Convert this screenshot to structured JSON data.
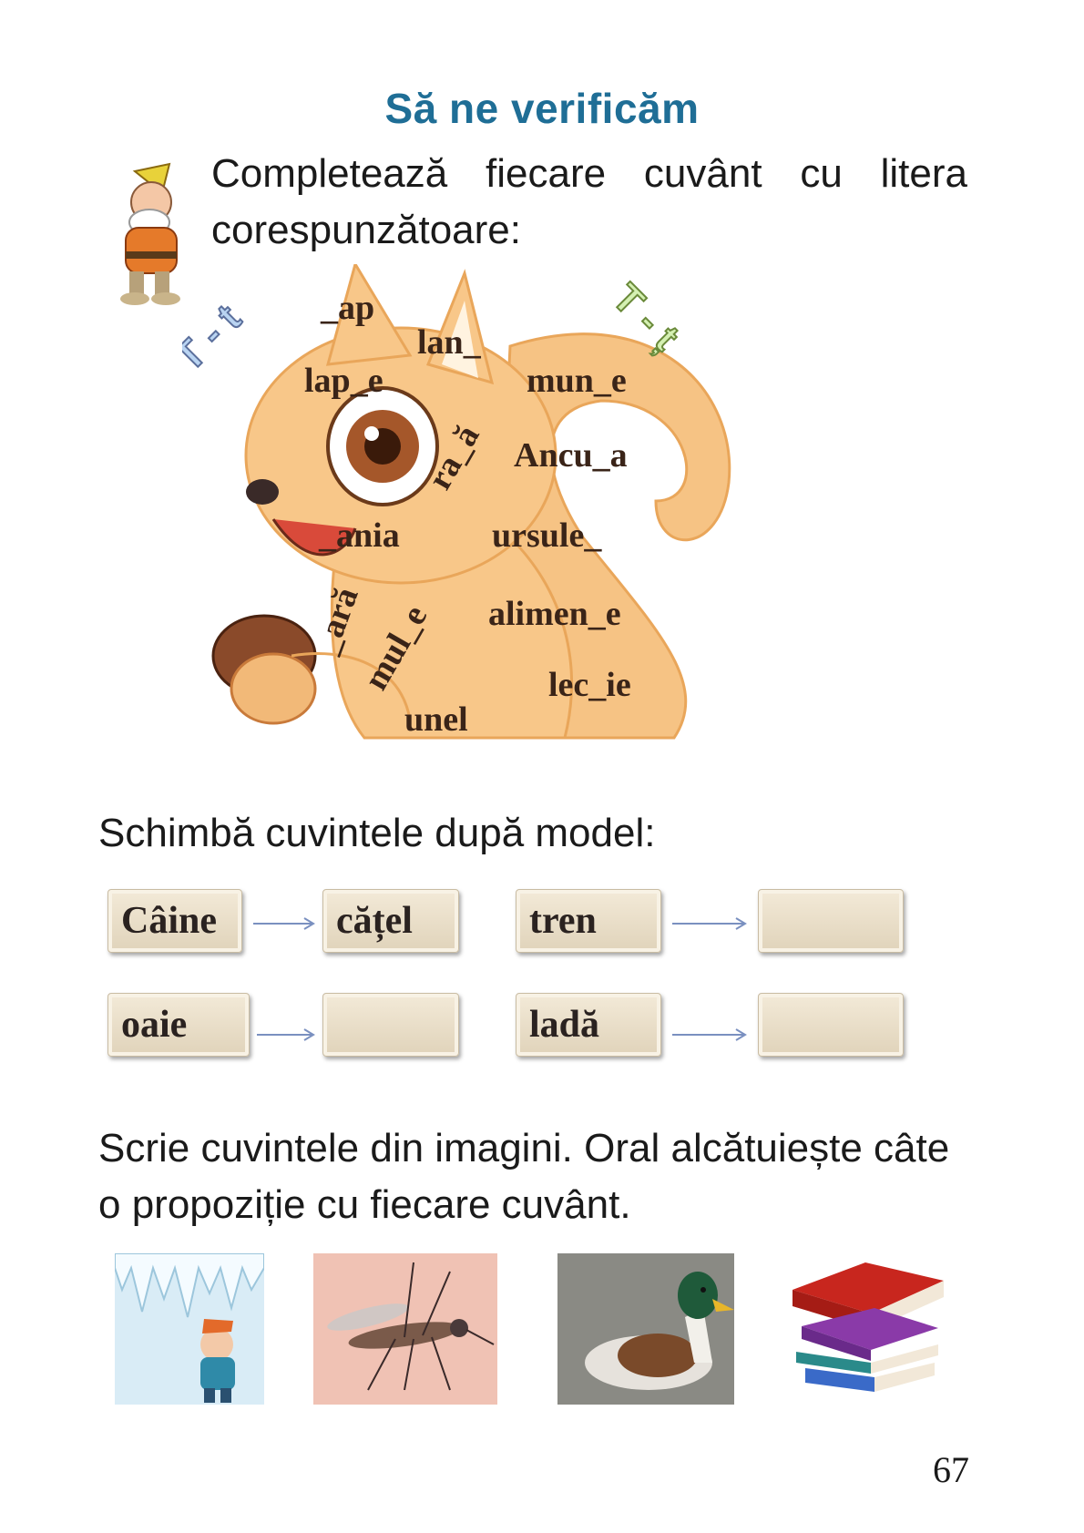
{
  "title": "Să ne verificăm",
  "task1": "Completează fiecare cuvânt cu litera corespunzătoare:",
  "letters": [
    "T - t",
    "T - ț"
  ],
  "squirrel_words": [
    "_ap",
    "lan_",
    "lap_e",
    "mun_e",
    "ra_ă",
    "Ancu_a",
    "_ania",
    "ursule_",
    "_ară",
    "mul_e",
    "alimen_e",
    "lec_ie",
    "unel"
  ],
  "task2": "Schimbă cuvintele după model:",
  "pairs": [
    {
      "from": "Câine",
      "to": "cățel"
    },
    {
      "from": "tren",
      "to": ""
    },
    {
      "from": "oaie",
      "to": ""
    },
    {
      "from": "ladă",
      "to": ""
    }
  ],
  "task3": "Scrie cuvintele din imagini. Oral alcătuiește câte o propoziție cu fiecare cuvânt.",
  "images": [
    "icicles-picture",
    "mosquito-picture",
    "duck-picture",
    "books-picture"
  ],
  "page_number": "67"
}
